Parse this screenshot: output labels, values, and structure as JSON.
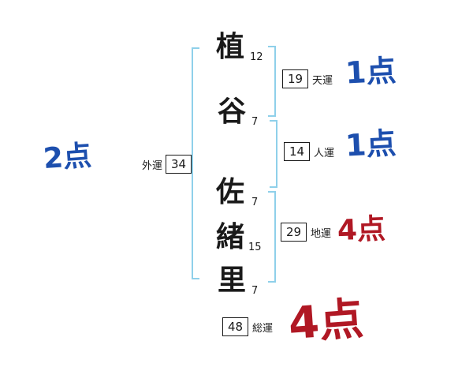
{
  "chart": {
    "title_hint": "name fortune stroke-count chart",
    "name_characters": [
      {
        "char": "植",
        "strokes": "12"
      },
      {
        "char": "谷",
        "strokes": "7"
      },
      {
        "char": "佐",
        "strokes": "7"
      },
      {
        "char": "緒",
        "strokes": "15"
      },
      {
        "char": "里",
        "strokes": "7"
      }
    ],
    "gaiun": {
      "label": "外運",
      "value": "34",
      "score": "2点",
      "score_color": "blue"
    },
    "tenun": {
      "label": "天運",
      "value": "19",
      "score": "1点",
      "score_color": "blue"
    },
    "jinun": {
      "label": "人運",
      "value": "14",
      "score": "1点",
      "score_color": "blue"
    },
    "chiun": {
      "label": "地運",
      "value": "29",
      "score": "4点",
      "score_color": "red"
    },
    "soun": {
      "label": "総運",
      "value": "48",
      "score": "4点",
      "score_color": "red"
    },
    "colors": {
      "blue": "#1d4fae",
      "red": "#b01824",
      "bracket": "#8fd0ea",
      "ink": "#1a1a1a"
    }
  }
}
